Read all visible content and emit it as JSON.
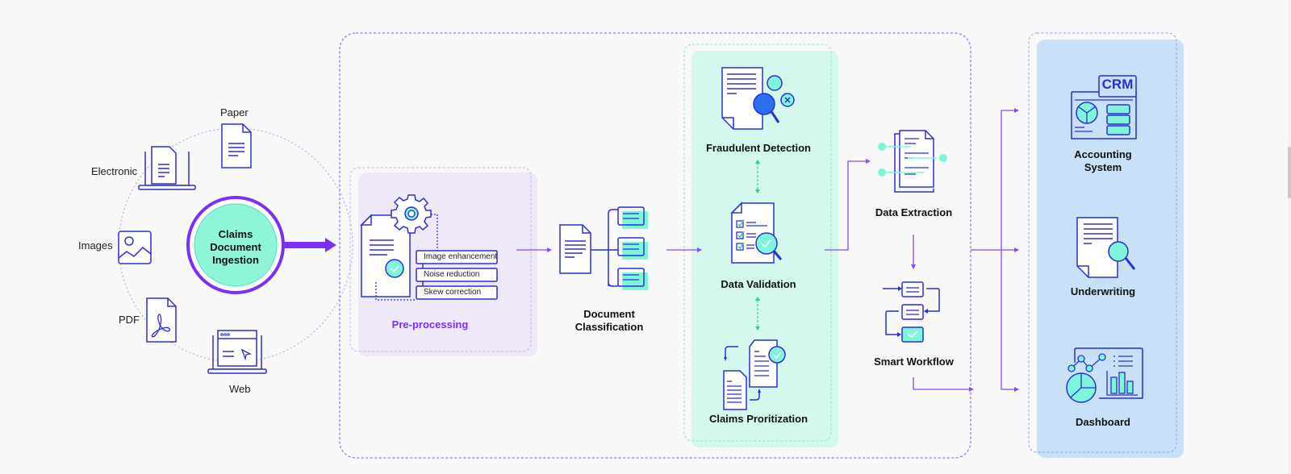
{
  "colors": {
    "background": "#f8f8f8",
    "purple": "#7b2ff7",
    "purple_light": "#a66cf5",
    "navy": "#2b2fd6",
    "mint": "#7ef5d9",
    "mint_bg": "#d4f8ee",
    "lavender_bg": "#efe8f8",
    "blue_bg": "#c8e0f8"
  },
  "sources": {
    "hub_label": "Claims Document Ingestion",
    "hub_lines": [
      "Claims",
      "Document",
      "Ingestion"
    ],
    "items": [
      {
        "label": "Paper",
        "icon": "paper-document-icon"
      },
      {
        "label": "Electronic",
        "icon": "laptop-document-icon"
      },
      {
        "label": "Images",
        "icon": "image-icon"
      },
      {
        "label": "PDF",
        "icon": "pdf-icon"
      },
      {
        "label": "Web",
        "icon": "web-browser-icon"
      }
    ]
  },
  "preprocessing": {
    "title": "Pre-processing",
    "steps": [
      "Image enhancement",
      "Noise reduction",
      "Skew correction"
    ]
  },
  "classification": {
    "title_lines": [
      "Document",
      "Classification"
    ]
  },
  "validation_group": {
    "items": [
      {
        "label": "Fraudulent Detection",
        "icon": "fraud-detection-icon"
      },
      {
        "label": "Data Validation",
        "icon": "data-validation-icon"
      },
      {
        "label": "Claims Proritization",
        "icon": "claims-prioritization-icon"
      }
    ]
  },
  "extraction": {
    "label": "Data Extraction"
  },
  "workflow": {
    "label": "Smart Workflow"
  },
  "outputs": {
    "crm_text": "CRM",
    "items": [
      {
        "label_lines": [
          "Accounting",
          "System"
        ]
      },
      {
        "label_lines": [
          "Underwriting"
        ]
      },
      {
        "label_lines": [
          "Dashboard"
        ]
      }
    ]
  }
}
